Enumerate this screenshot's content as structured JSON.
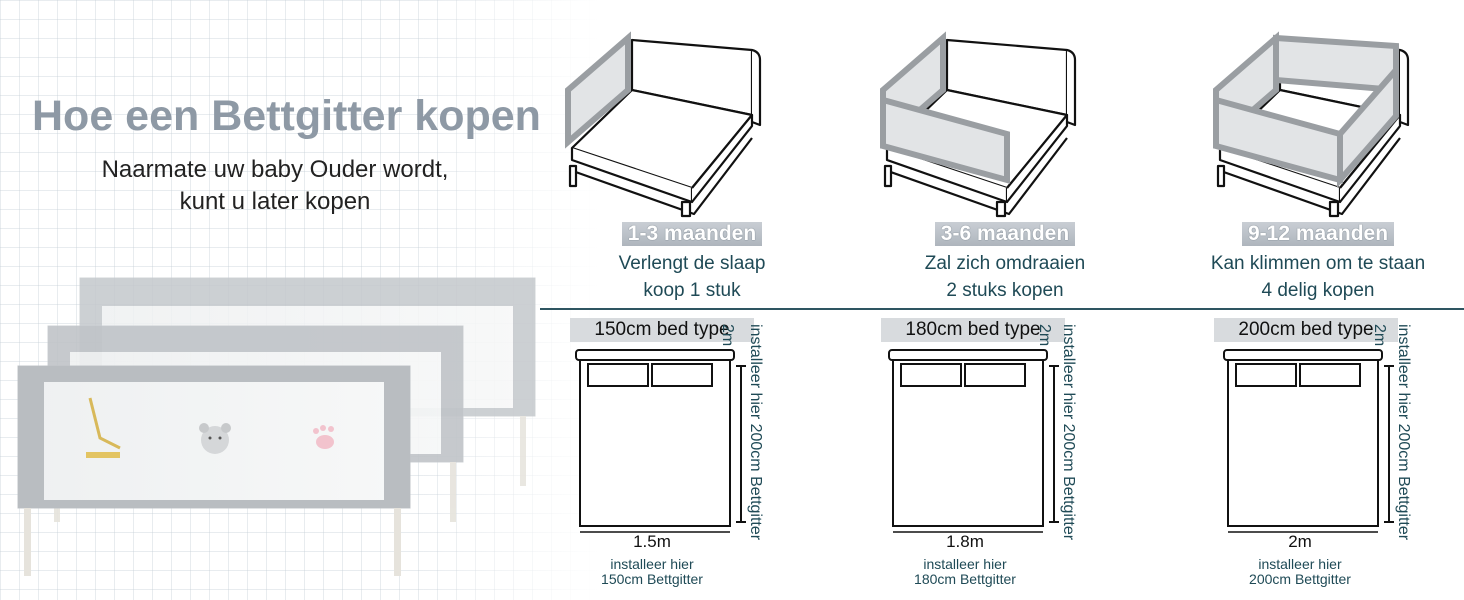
{
  "header": {
    "title": "Hoe een Bettgitter kopen",
    "subtitle_line1": "Naarmate uw baby Ouder wordt,",
    "subtitle_line2": "kunt u later kopen"
  },
  "colors": {
    "title": "#8e99a5",
    "accent": "#1f4a56",
    "divider": "#2e5561",
    "rail_frame": "#bfc3c7"
  },
  "stages": [
    {
      "age": "1-3 maanden",
      "line1": "Verlengt de slaap",
      "line2": "koop 1 stuk",
      "bed_type": "150cm bed type",
      "side_label": "installeer hier 200cm Bettgitter",
      "length_label": "2m",
      "width_label": "1.5m",
      "install_line1": "installeer hier",
      "install_line2": "150cm Bettgitter"
    },
    {
      "age": "3-6 maanden",
      "line1": "Zal zich omdraaien",
      "line2": "2 stuks kopen",
      "bed_type": "180cm bed type",
      "side_label": "installeer hier 200cm Bettgitter",
      "length_label": "2m",
      "width_label": "1.8m",
      "install_line1": "installeer hier",
      "install_line2": "180cm Bettgitter"
    },
    {
      "age": "9-12 maanden",
      "line1": "Kan klimmen om te staan",
      "line2": "4 delig kopen",
      "bed_type": "200cm bed type",
      "side_label": "installeer hier 200cm Bettgitter",
      "length_label": "2m",
      "width_label": "2m",
      "install_line1": "installeer hier",
      "install_line2": "200cm Bettgitter"
    }
  ]
}
